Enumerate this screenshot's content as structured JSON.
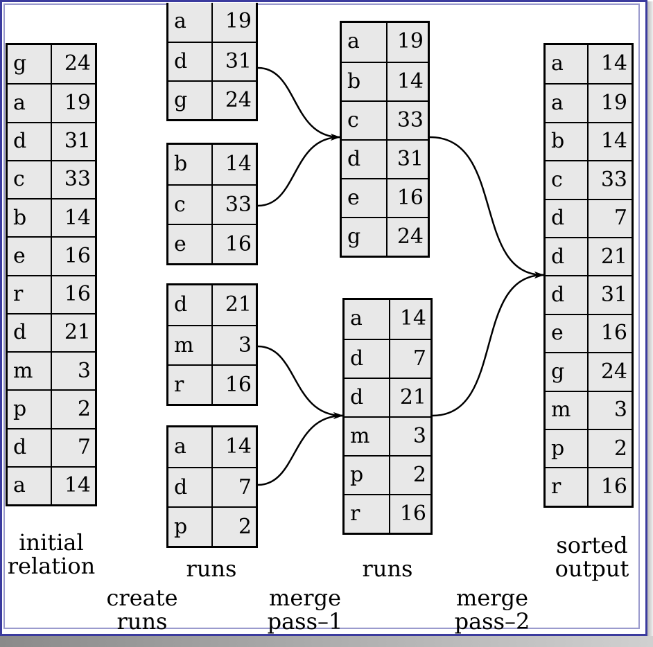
{
  "initial_relation": [
    [
      "g",
      "24"
    ],
    [
      "a",
      "19"
    ],
    [
      "d",
      "31"
    ],
    [
      "c",
      "33"
    ],
    [
      "b",
      "14"
    ],
    [
      "e",
      "16"
    ],
    [
      "r",
      "16"
    ],
    [
      "d",
      "21"
    ],
    [
      "m",
      "3"
    ],
    [
      "p",
      "2"
    ],
    [
      "d",
      "7"
    ],
    [
      "a",
      "14"
    ]
  ],
  "runs": [
    [
      [
        "a",
        "19"
      ],
      [
        "d",
        "31"
      ],
      [
        "g",
        "24"
      ]
    ],
    [
      [
        "b",
        "14"
      ],
      [
        "c",
        "33"
      ],
      [
        "e",
        "16"
      ]
    ],
    [
      [
        "d",
        "21"
      ],
      [
        "m",
        "3"
      ],
      [
        "r",
        "16"
      ]
    ],
    [
      [
        "a",
        "14"
      ],
      [
        "d",
        "7"
      ],
      [
        "p",
        "2"
      ]
    ]
  ],
  "merged_runs": [
    [
      [
        "a",
        "19"
      ],
      [
        "b",
        "14"
      ],
      [
        "c",
        "33"
      ],
      [
        "d",
        "31"
      ],
      [
        "e",
        "16"
      ],
      [
        "g",
        "24"
      ]
    ],
    [
      [
        "a",
        "14"
      ],
      [
        "d",
        "7"
      ],
      [
        "d",
        "21"
      ],
      [
        "m",
        "3"
      ],
      [
        "p",
        "2"
      ],
      [
        "r",
        "16"
      ]
    ]
  ],
  "sorted_output": [
    [
      "a",
      "14"
    ],
    [
      "a",
      "19"
    ],
    [
      "b",
      "14"
    ],
    [
      "c",
      "33"
    ],
    [
      "d",
      "7"
    ],
    [
      "d",
      "21"
    ],
    [
      "d",
      "31"
    ],
    [
      "e",
      "16"
    ],
    [
      "g",
      "24"
    ],
    [
      "m",
      "3"
    ],
    [
      "p",
      "2"
    ],
    [
      "r",
      "16"
    ]
  ],
  "captions": {
    "initial_1": "initial",
    "initial_2": "relation",
    "runs_1": "runs",
    "runs_2": "runs",
    "sorted_1": "sorted",
    "sorted_2": "output",
    "create_1": "create",
    "create_2": "runs",
    "merge1_1": "merge",
    "merge1_2": "pass–1",
    "merge2_1": "merge",
    "merge2_2": "pass–2"
  },
  "colors": {
    "cell_fill": "#e8e8e8",
    "frame": "#3b3b9e",
    "frame_inner": "#9a9acd"
  }
}
